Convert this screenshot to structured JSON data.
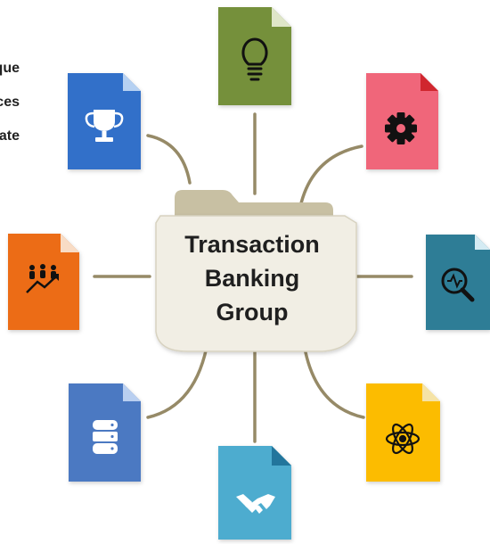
{
  "central_node": {
    "lines": [
      "Transaction",
      "Banking",
      "Group"
    ]
  },
  "background_text": {
    "visible_fragments": [
      "que",
      "ces",
      "ate"
    ]
  },
  "file_icons": [
    {
      "name": "lightbulb-icon",
      "color": "#75903a"
    },
    {
      "name": "gear-icon",
      "color": "#f0667a"
    },
    {
      "name": "analytics-search-icon",
      "color": "#2e7d96"
    },
    {
      "name": "atom-icon",
      "color": "#fcbc05"
    },
    {
      "name": "handshake-icon",
      "color": "#4daccf"
    },
    {
      "name": "database-icon",
      "color": "#4b79c2"
    },
    {
      "name": "growth-team-icon",
      "color": "#ec6c12"
    },
    {
      "name": "trophy-icon",
      "color": "#3070c9"
    }
  ],
  "connector_color": "#968a67",
  "folder_colors": {
    "back": "#c8c0a3",
    "front": "#f1eee4",
    "border": "#d7d2c0"
  }
}
